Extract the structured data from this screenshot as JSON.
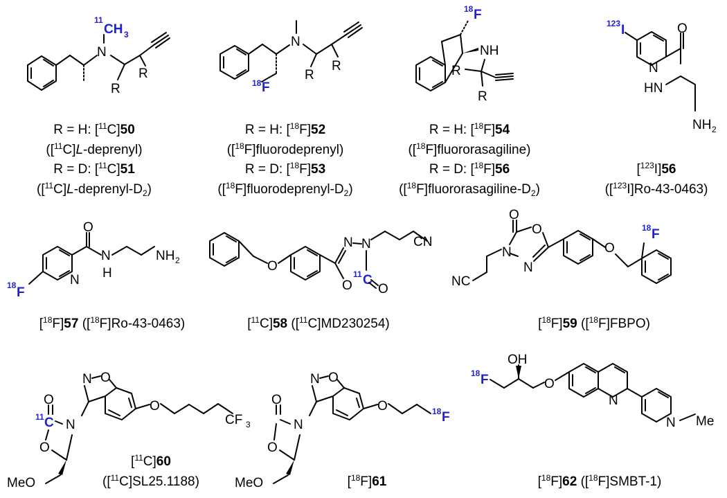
{
  "colors": {
    "bond": "#000000",
    "isotope_label": "#1f1fd6",
    "background": "#ffffff"
  },
  "atoms": {
    "CH3": "CH",
    "three": "3",
    "N": "N",
    "R": "R",
    "F": "F",
    "NH": "NH",
    "I": "I",
    "O": "O",
    "HN": "HN",
    "NH2": "NH",
    "two": "2",
    "H": "H",
    "CN": "CN",
    "NC": "NC",
    "C": "C",
    "CF3": "CF",
    "MeO": "MeO",
    "OH": "OH",
    "Me": "Me"
  },
  "isotopes": {
    "c11": "11",
    "f18": "18",
    "i123": "123"
  },
  "captions": {
    "c50": {
      "r": "R = H: [",
      "iso": "11",
      "el": "C]",
      "num": "50"
    },
    "c50n": {
      "a": "([",
      "iso": "11",
      "b": "C]",
      "i": "L",
      "c": "-deprenyl)"
    },
    "c51": {
      "r": "R = D: [",
      "iso": "11",
      "el": "C]",
      "num": "51"
    },
    "c51n": {
      "a": "([",
      "iso": "11",
      "b": "C]",
      "i": "L",
      "c": "-deprenyl-D",
      "sub": "2",
      "d": ")"
    },
    "c52": {
      "r": "R = H: [",
      "iso": "18",
      "el": "F]",
      "num": "52"
    },
    "c52n": {
      "a": "([",
      "iso": "18",
      "b": "F]fluorodeprenyl)"
    },
    "c53": {
      "r": "R = D: [",
      "iso": "18",
      "el": "F]",
      "num": "53"
    },
    "c53n": {
      "a": "([",
      "iso": "18",
      "b": "F]fluorodeprenyl-D",
      "sub": "2",
      "d": ")"
    },
    "c54": {
      "r": "R = H: [",
      "iso": "18",
      "el": "F]",
      "num": "54"
    },
    "c54n": {
      "a": "([",
      "iso": "18",
      "b": "F]fluororasagiline)"
    },
    "c56": {
      "r": "R = D: [",
      "iso": "18",
      "el": "F]",
      "num": "56"
    },
    "c56n": {
      "a": "([",
      "iso": "18",
      "b": "F]fluororasagiline-D",
      "sub": "2",
      "d": ")"
    },
    "c56i": {
      "a": "[",
      "iso": "123",
      "b": "I]",
      "num": "56"
    },
    "c56in": {
      "a": "([",
      "iso": "123",
      "b": "I]Ro-43-0463)"
    },
    "c57": {
      "a": "[",
      "iso": "18",
      "b": "F]",
      "num": "57",
      "c": " ([",
      "iso2": "18",
      "d": "F]Ro-43-0463)"
    },
    "c58": {
      "a": "[",
      "iso": "11",
      "b": "C]",
      "num": "58",
      "c": " ([",
      "iso2": "11",
      "d": "C]MD230254)"
    },
    "c59": {
      "a": "[",
      "iso": "18",
      "b": "F]",
      "num": "59",
      "c": " ([",
      "iso2": "18",
      "d": "F]FBPO)"
    },
    "c60": {
      "a": "[",
      "iso": "11",
      "b": "C]",
      "num": "60"
    },
    "c60n": {
      "a": "([",
      "iso": "11",
      "b": "C]SL25.1188)"
    },
    "c61": {
      "a": "[",
      "iso": "18",
      "b": "F]",
      "num": "61"
    },
    "c62": {
      "a": "[",
      "iso": "18",
      "b": "F]",
      "num": "62",
      "c": " ([",
      "iso2": "18",
      "d": "F]SMBT-1)"
    }
  }
}
